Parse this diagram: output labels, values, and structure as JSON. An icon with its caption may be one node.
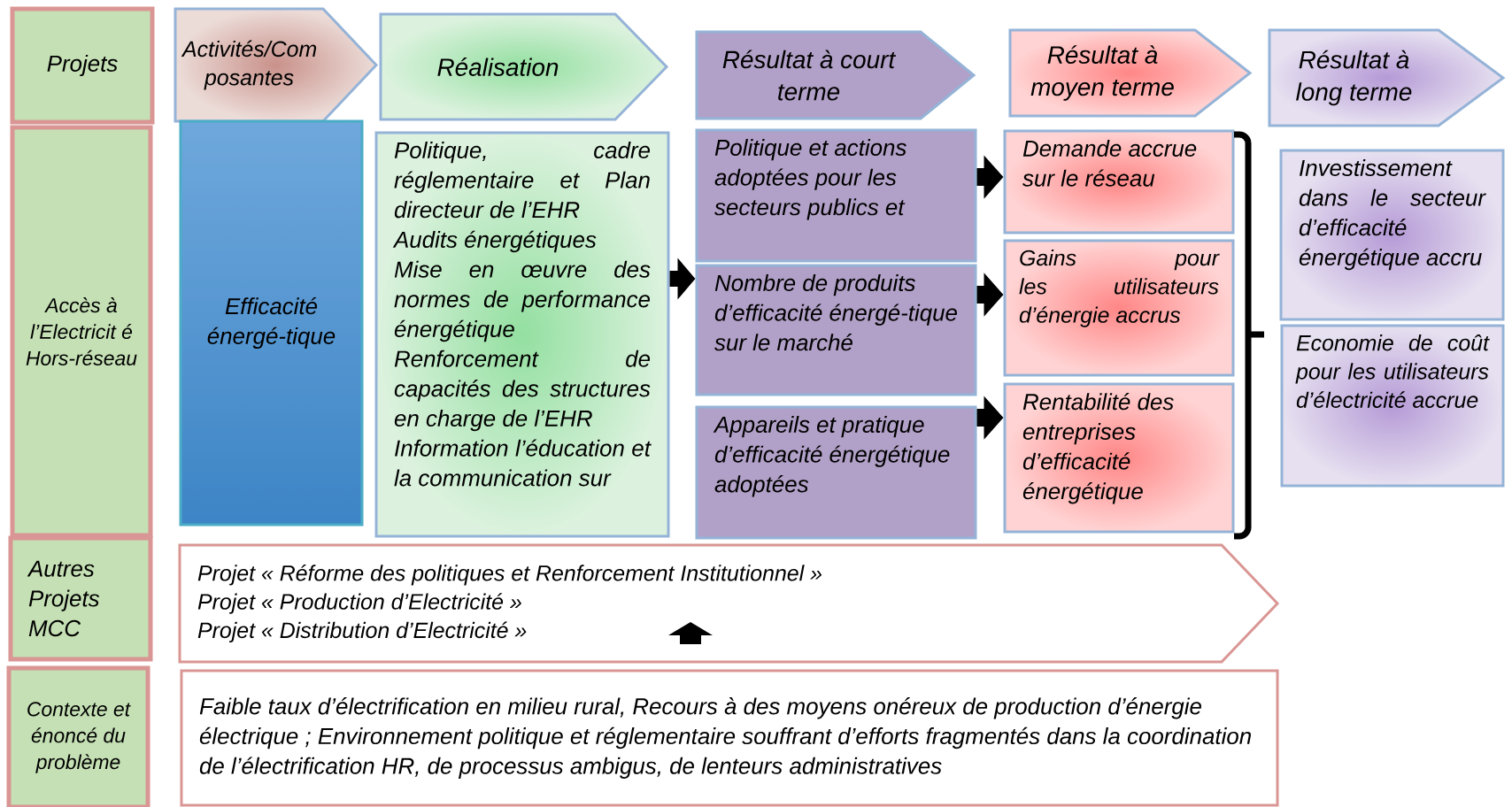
{
  "diagram": {
    "nodes": [
      {
        "text": [
          "Projets"
        ]
      },
      {
        "text": [
          "Activités/Com posantes"
        ]
      },
      {
        "text": [
          "Réalisation"
        ]
      },
      {
        "text": [
          "Résultat à court terme"
        ]
      },
      {
        "text": [
          "Résultat à moyen terme"
        ]
      },
      {
        "text": [
          "Résultat à long terme"
        ]
      },
      {
        "text": [
          "Accès à l’Electricit é Hors-réseau"
        ]
      },
      {
        "text": [
          "Efficacité énergé-tique"
        ]
      },
      {
        "text": [
          "Politique, cadre réglementaire et Plan directeur de l’EHR",
          "Audits énergétiques",
          "Mise en œuvre des normes de performance énergétique",
          "Renforcement de capacités des structures en charge de l’EHR",
          "Information l’éducation et la communication sur"
        ]
      },
      {
        "text": [
          "Politique et actions adoptées pour les secteurs publics et"
        ]
      },
      {
        "text": [
          "Nombre de produits d’efficacité énergé-tique sur le marché"
        ]
      },
      {
        "text": [
          "Appareils et pratique d’efficacité énergétique adoptées"
        ]
      },
      {
        "text": [
          "Demande accrue sur le réseau"
        ]
      },
      {
        "text": [
          "Gains pour les utilisateurs d’énergie accrus"
        ]
      },
      {
        "text": [
          "Rentabilité des entreprises d’efficacité énergétique"
        ]
      },
      {
        "text": [
          "Investissement dans le secteur d’efficacité énergétique accru"
        ]
      },
      {
        "text": [
          "Economie de coût pour les utilisateurs d’électricité accrue"
        ]
      },
      {
        "text": [
          "Autres Projets MCC"
        ]
      },
      {
        "text": [
          "Projet « Réforme des politiques et Renforcement Institutionnel »",
          "Projet « Production d’Electricité »",
          "Projet « Distribution d’Electricité »"
        ]
      },
      {
        "text": [
          "Contexte et énoncé du problème"
        ]
      },
      {
        "text": [
          "Faible taux d’électrification en milieu rural, Recours à des moyens onéreux de production d’énergie électrique ; Environnement politique et réglementaire souffrant d’efforts fragmentés dans la coordination de l’électrification HR, de processus ambigus, de lenteurs administratives"
        ]
      }
    ],
    "edges": [
      {
        "from": 8,
        "to": 10,
        "arrow": "to"
      },
      {
        "from": 9,
        "to": 12,
        "arrow": "to"
      },
      {
        "from": 10,
        "to": 13,
        "arrow": "to"
      },
      {
        "from": 11,
        "to": 14,
        "arrow": "to"
      }
    ]
  }
}
